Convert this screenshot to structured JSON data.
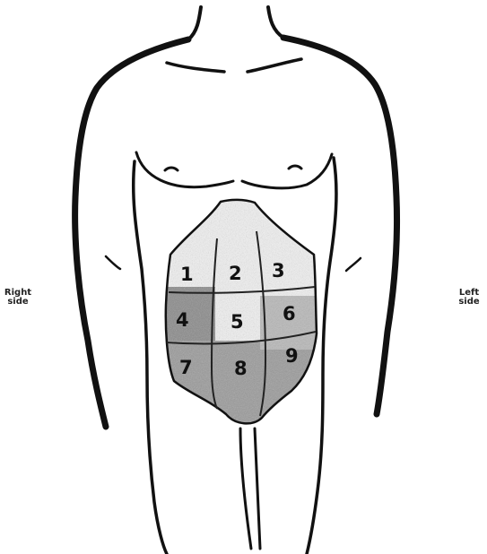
{
  "labels": {
    "right_side": "Right\nside",
    "left_side": "Left\nside"
  },
  "regions": [
    "1",
    "2",
    "3",
    "4",
    "5",
    "6",
    "7",
    "8",
    "9"
  ],
  "colors": {
    "ink": "#111111",
    "shading": "#6a6a6a"
  }
}
